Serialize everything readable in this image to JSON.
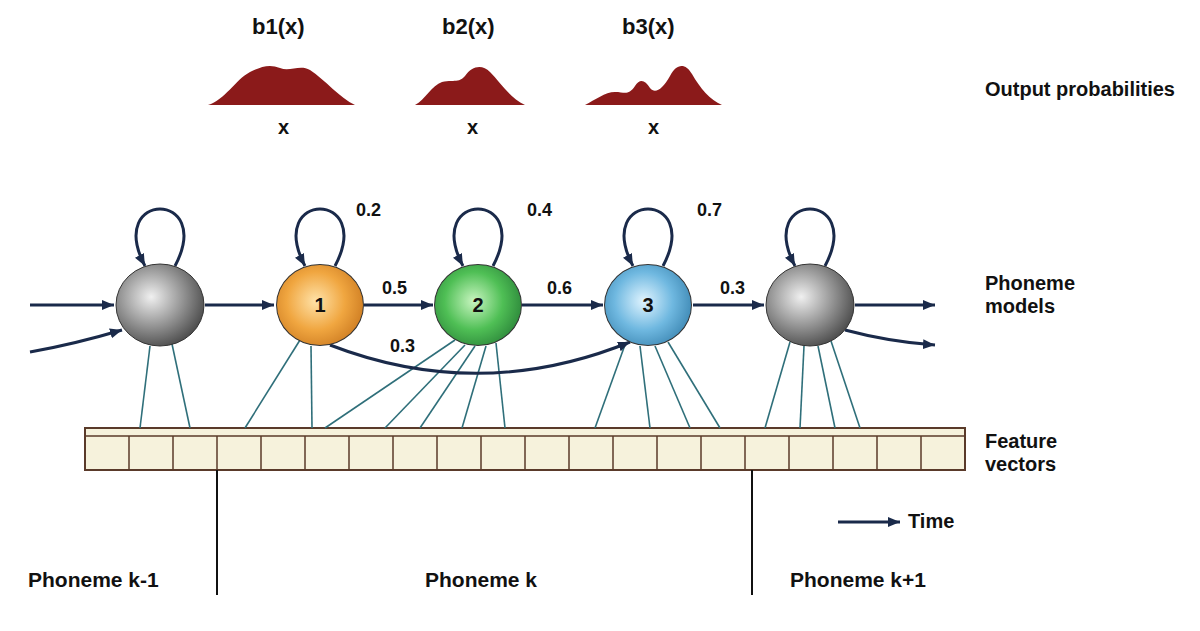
{
  "diagram": {
    "nodes": [
      {
        "text": [
          "1"
        ]
      },
      {
        "text": [
          "2"
        ]
      },
      {
        "text": [
          "3"
        ]
      }
    ],
    "edges": [
      {
        "from": 0,
        "to": 1,
        "arrow": "to",
        "label": "0.5"
      },
      {
        "from": 1,
        "to": 2,
        "arrow": "to",
        "label": "0.6"
      },
      {
        "from": 0,
        "to": 2,
        "arrow": "to",
        "label": "0.3"
      }
    ],
    "labels": [
      "b1(x)",
      "x",
      "b2(x)",
      "x",
      "b3(x)",
      "x",
      "Output probabilities",
      "0.2",
      "0.4",
      "0.7",
      "0.3",
      "Phoneme models",
      "Feature vectors",
      "Time",
      "Phoneme k-1",
      "Phoneme k",
      "Phoneme k+1"
    ]
  }
}
